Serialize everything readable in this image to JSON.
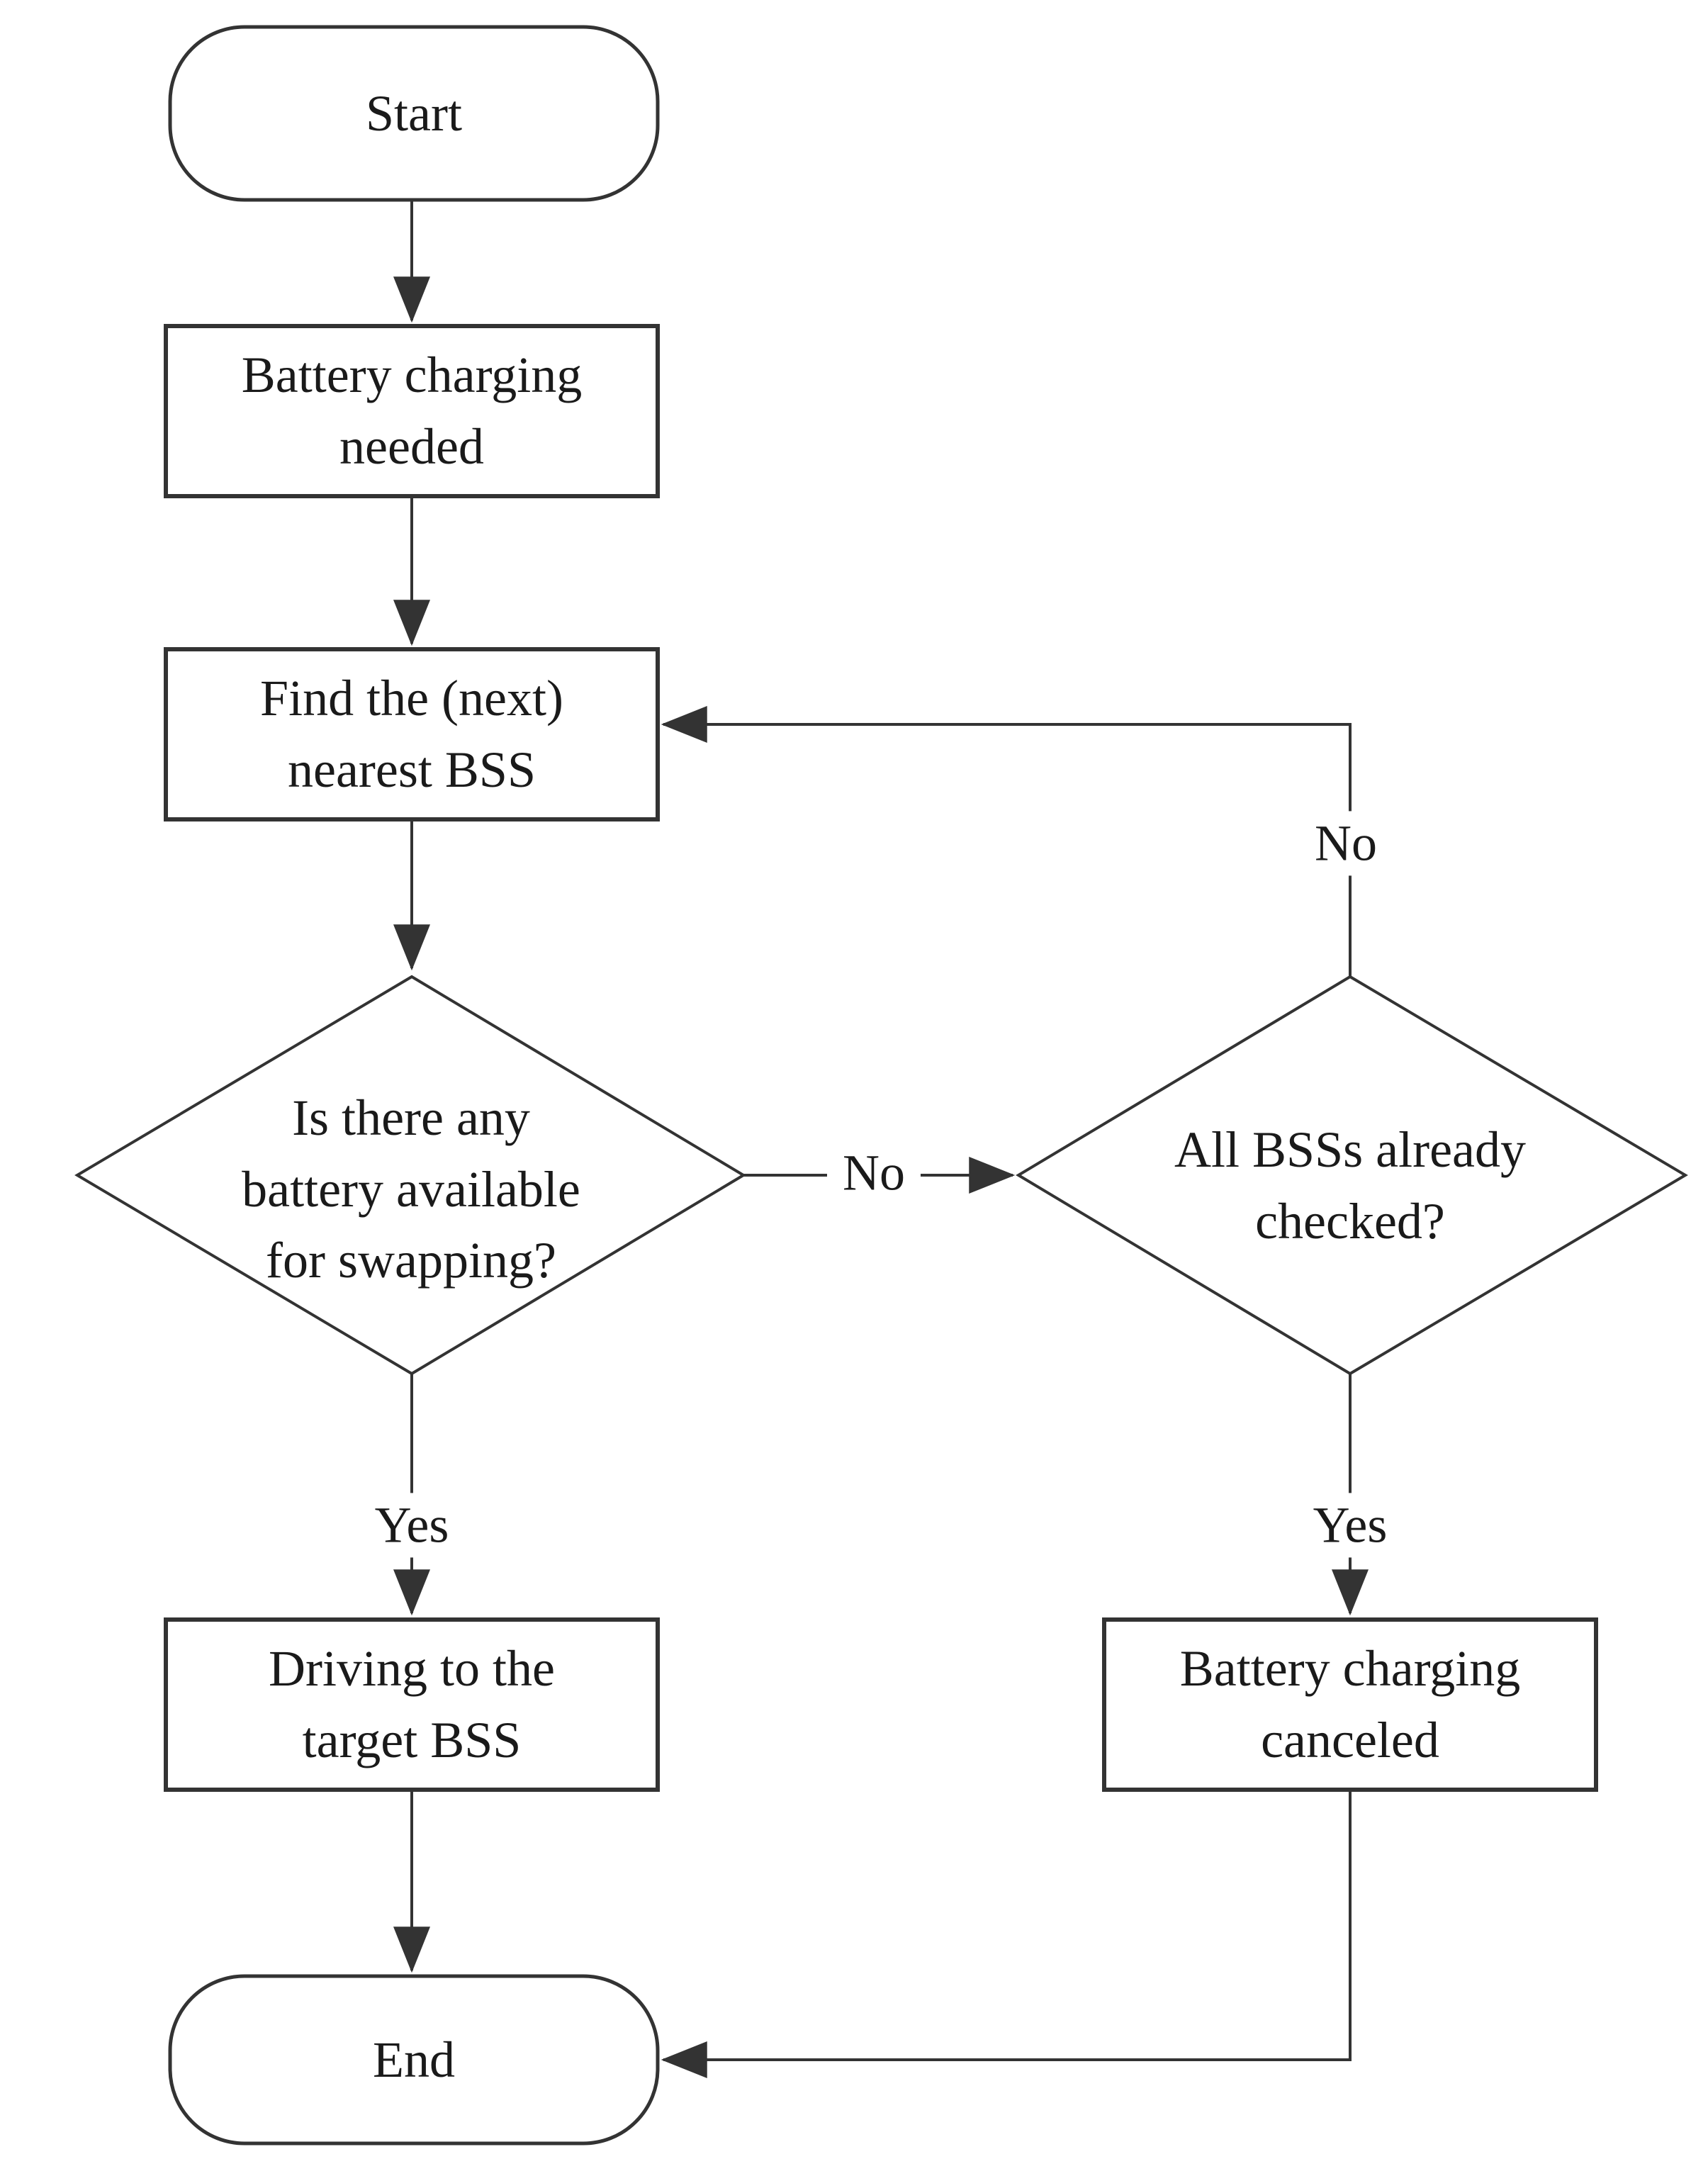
{
  "diagram": {
    "type": "flowchart",
    "colors": {
      "background": "#ffffff",
      "line": "#333333",
      "text": "#1a1a1a"
    },
    "nodes": {
      "start": {
        "type": "terminator",
        "label": "Start"
      },
      "battery_charging_needed": {
        "type": "process",
        "label": "Battery charging\nneeded"
      },
      "find_nearest_bss": {
        "type": "process",
        "label": "Find the (next)\nnearest BSS"
      },
      "battery_available_question": {
        "type": "decision",
        "label": "Is there any\nbattery available\nfor swapping?"
      },
      "all_bss_checked_question": {
        "type": "decision",
        "label": "All BSSs already\nchecked?"
      },
      "driving_to_target_bss": {
        "type": "process",
        "label": "Driving to the\ntarget BSS"
      },
      "battery_charging_canceled": {
        "type": "process",
        "label": "Battery charging\ncanceled"
      },
      "end": {
        "type": "terminator",
        "label": "End"
      }
    },
    "edge_labels": {
      "battery_available_no": "No",
      "battery_available_yes": "Yes",
      "all_checked_no": "No",
      "all_checked_yes": "Yes"
    }
  }
}
